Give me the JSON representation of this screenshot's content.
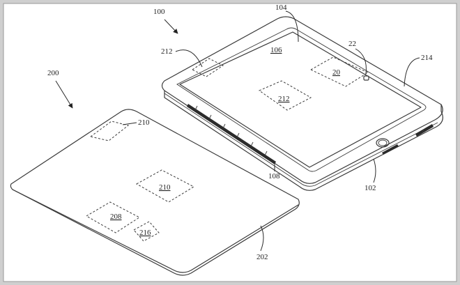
{
  "figure": {
    "labels": {
      "device_100": "100",
      "screen_104": "104",
      "screen_106": "106",
      "sensor_22": "22",
      "region_20": "20",
      "region_212_top": "212",
      "region_212_center": "212",
      "edge_214": "214",
      "connector_108": "108",
      "housing_102": "102",
      "cover_200": "200",
      "region_210_top": "210",
      "region_210_center": "210",
      "region_208": "208",
      "region_216": "216",
      "cover_202": "202"
    },
    "colors": {
      "line": "#3a3a3a",
      "background": "#ffffff",
      "frame": "#cfcfcf"
    }
  }
}
